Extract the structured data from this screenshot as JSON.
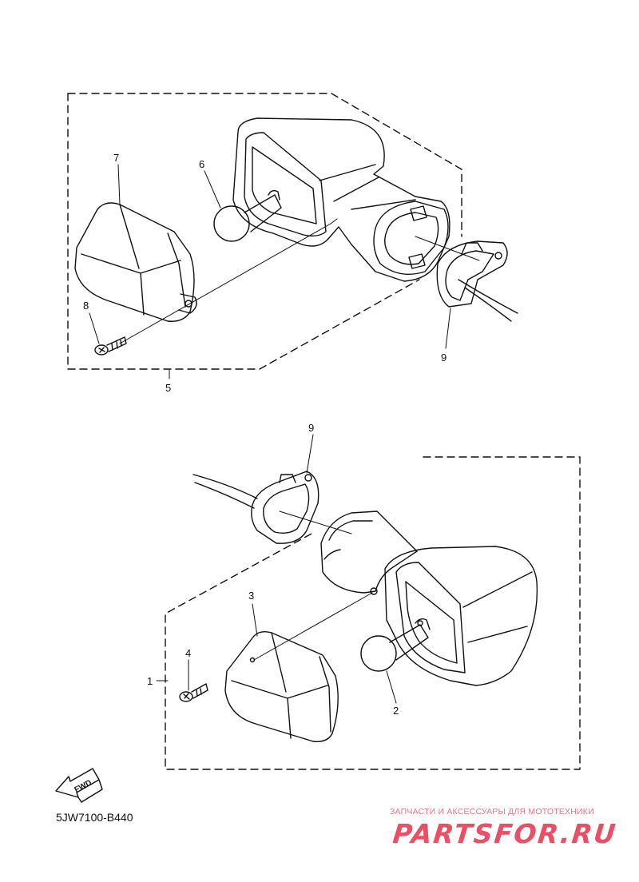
{
  "callouts": {
    "c1": "1",
    "c2": "2",
    "c3": "3",
    "c4": "4",
    "c5": "5",
    "c6": "6",
    "c7": "7",
    "c8": "8",
    "c9_top": "9",
    "c9_bottom": "9"
  },
  "fwd_label": "FWD",
  "diagram_code": "5JW7100-B440",
  "watermark": {
    "tagline": "ЗАПЧАСТИ И АКСЕССУАРЫ ДЛЯ МОТОТЕХНИКИ",
    "logo": "PARTSFOR.RU"
  }
}
